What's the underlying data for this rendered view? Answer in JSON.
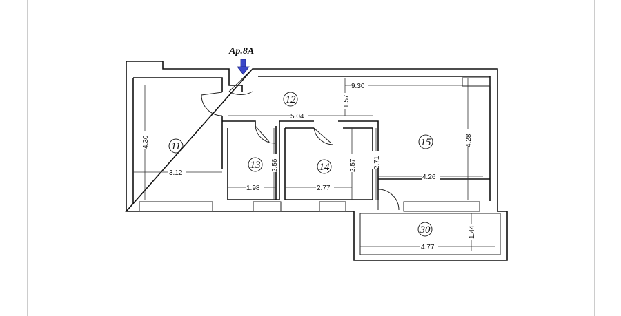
{
  "apartment_label": "Ap.8A",
  "arrow_color": "#3b47c9",
  "rooms": {
    "r11": "11",
    "r12": "12",
    "r13": "13",
    "r14": "14",
    "r15": "15",
    "r30": "30"
  },
  "dimensions": {
    "d_9_30": "9.30",
    "d_1_57": "1.57",
    "d_5_04": "5.04",
    "d_4_30": "4.30",
    "d_3_12": "3.12",
    "d_2_56": "2.56",
    "d_1_98": "1.98",
    "d_2_57": "2.57",
    "d_2_77": "2.77",
    "d_2_71": "2.71",
    "d_4_28": "4.28",
    "d_4_26": "4.26",
    "d_1_44": "1.44",
    "d_4_77": "4.77"
  }
}
